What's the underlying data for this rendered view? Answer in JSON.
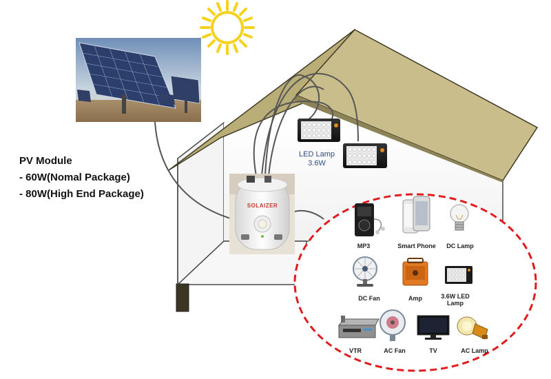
{
  "pv_module": {
    "title": "PV  Module",
    "line1": "- 60W(Nomal Package)",
    "line2": "- 80W(High End  Package)"
  },
  "led_lamp": {
    "name": "LED Lamp",
    "power": "3.6W"
  },
  "battery_unit": {
    "brand": "SOLAIZER"
  },
  "devices": [
    {
      "label": "MP3",
      "icon": "mp3-player-icon"
    },
    {
      "label": "Smart Phone",
      "icon": "smartphone-icon"
    },
    {
      "label": "DC Lamp",
      "icon": "light-bulb-icon"
    },
    {
      "label": "DC Fan",
      "icon": "desk-fan-icon"
    },
    {
      "label": "Amp",
      "icon": "amplifier-icon"
    },
    {
      "label": "3.6W LED Lamp",
      "icon": "led-lamp-icon"
    },
    {
      "label": "VTR",
      "icon": "vcr-icon"
    },
    {
      "label": "AC Fan",
      "icon": "wall-fan-icon"
    },
    {
      "label": "TV",
      "icon": "tv-icon"
    },
    {
      "label": "AC Lamp",
      "icon": "lantern-icon"
    }
  ],
  "colors": {
    "roof": "#c9bd8b",
    "dashed_ellipse": "#e01b1b",
    "sun": "#f6d21e",
    "led_label": "#2e4a8a"
  }
}
